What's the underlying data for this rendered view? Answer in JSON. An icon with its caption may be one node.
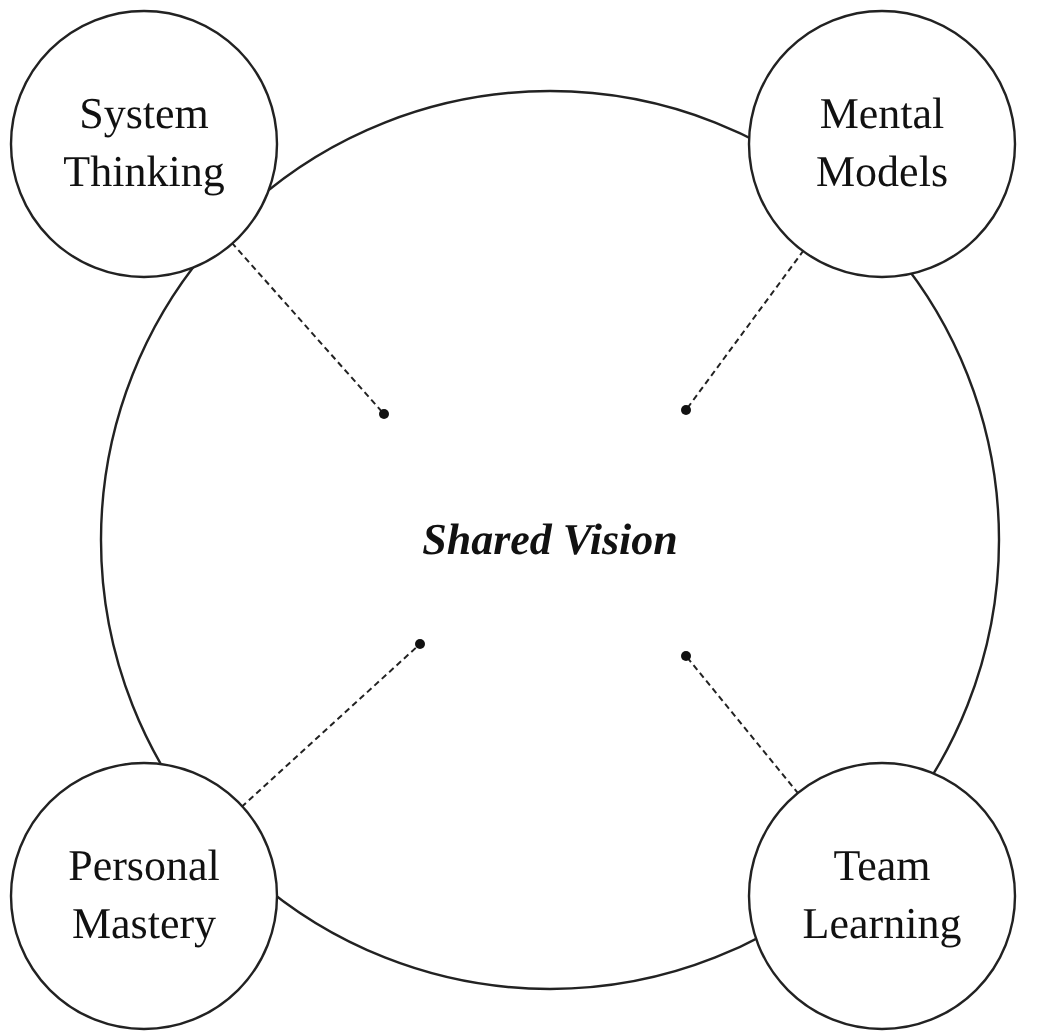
{
  "diagram": {
    "nodes": [
      {
        "text": [
          "Shared Vision"
        ]
      },
      {
        "text": [
          "System Thinking"
        ]
      },
      {
        "text": [
          "Mental Models"
        ]
      },
      {
        "text": [
          "Personal Mastery"
        ]
      },
      {
        "text": [
          "Team Learning"
        ]
      }
    ],
    "edges": [
      {
        "from": 1,
        "to": 0,
        "arrow": "other",
        "style": "dashed"
      },
      {
        "from": 2,
        "to": 0,
        "arrow": "other",
        "style": "dashed"
      },
      {
        "from": 3,
        "to": 0,
        "arrow": "other",
        "style": "dashed"
      },
      {
        "from": 4,
        "to": 0,
        "arrow": "other",
        "style": "dashed"
      }
    ]
  }
}
